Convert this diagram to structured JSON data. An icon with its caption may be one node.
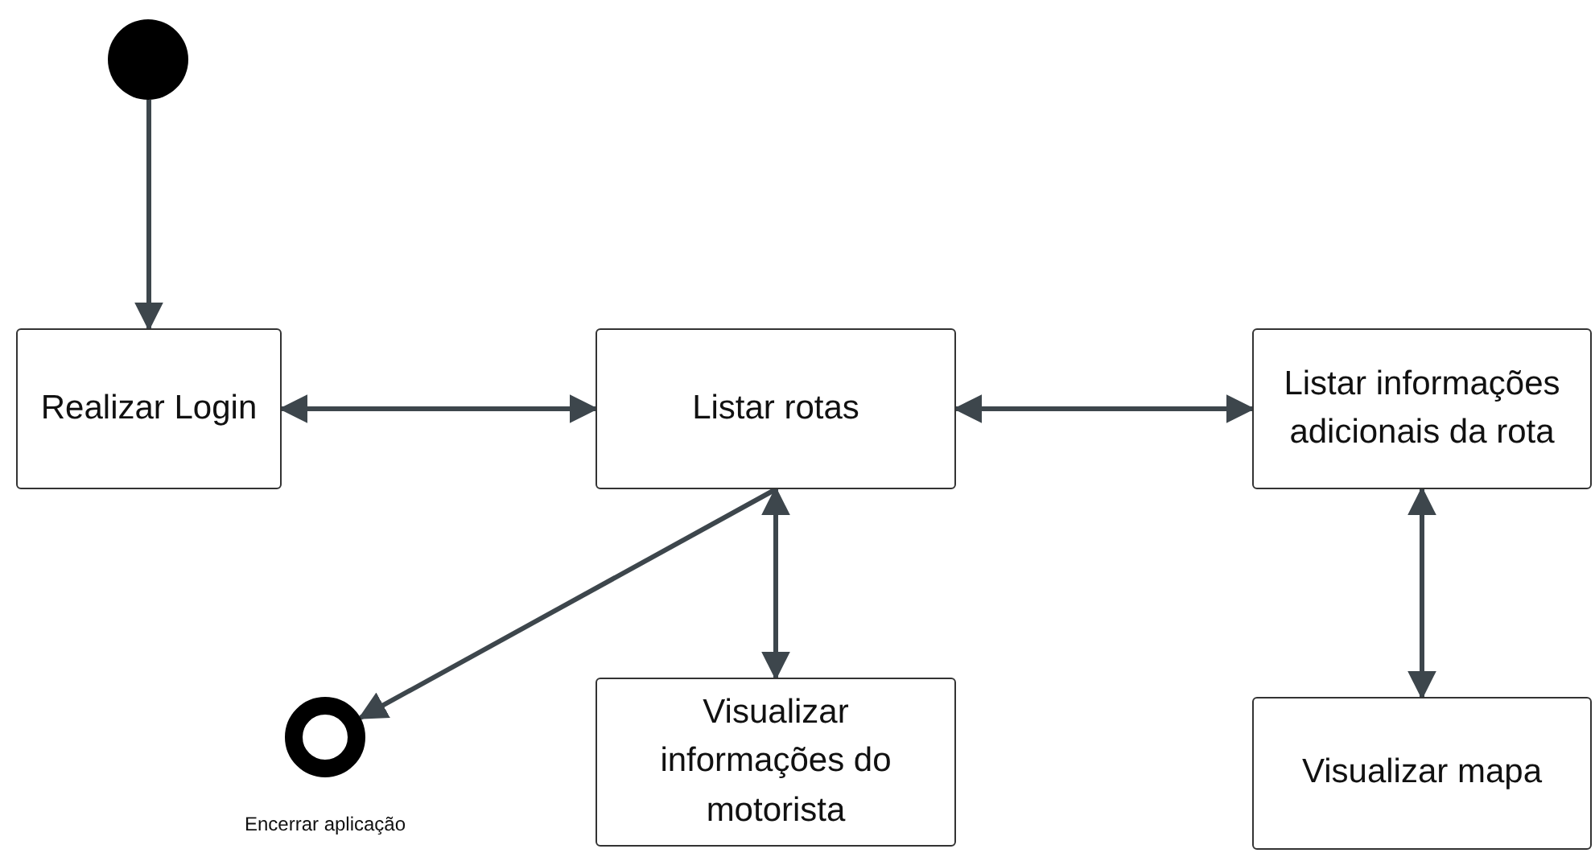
{
  "diagram": {
    "nodes": [
      {
        "text": [],
        "shape": "circle"
      },
      {
        "text": [
          "Realizar Login"
        ]
      },
      {
        "text": [
          "Listar rotas"
        ]
      },
      {
        "text": [
          "Listar informações adicionais da rota"
        ]
      },
      {
        "text": [],
        "shape": "circle",
        "beside": [
          "Encerrar aplicação"
        ]
      },
      {
        "text": [
          "Visualizar informações do motorista"
        ]
      },
      {
        "text": [
          "Visualizar mapa"
        ]
      }
    ],
    "edges": [
      {
        "from": 0,
        "to": 1,
        "arrow": "to"
      },
      {
        "from": 1,
        "to": 2,
        "arrow": "both"
      },
      {
        "from": 2,
        "to": 3,
        "arrow": "both"
      },
      {
        "from": 2,
        "to": 4,
        "arrow": "to"
      },
      {
        "from": 2,
        "to": 5,
        "arrow": "both"
      },
      {
        "from": 3,
        "to": 6,
        "arrow": "both"
      }
    ]
  }
}
